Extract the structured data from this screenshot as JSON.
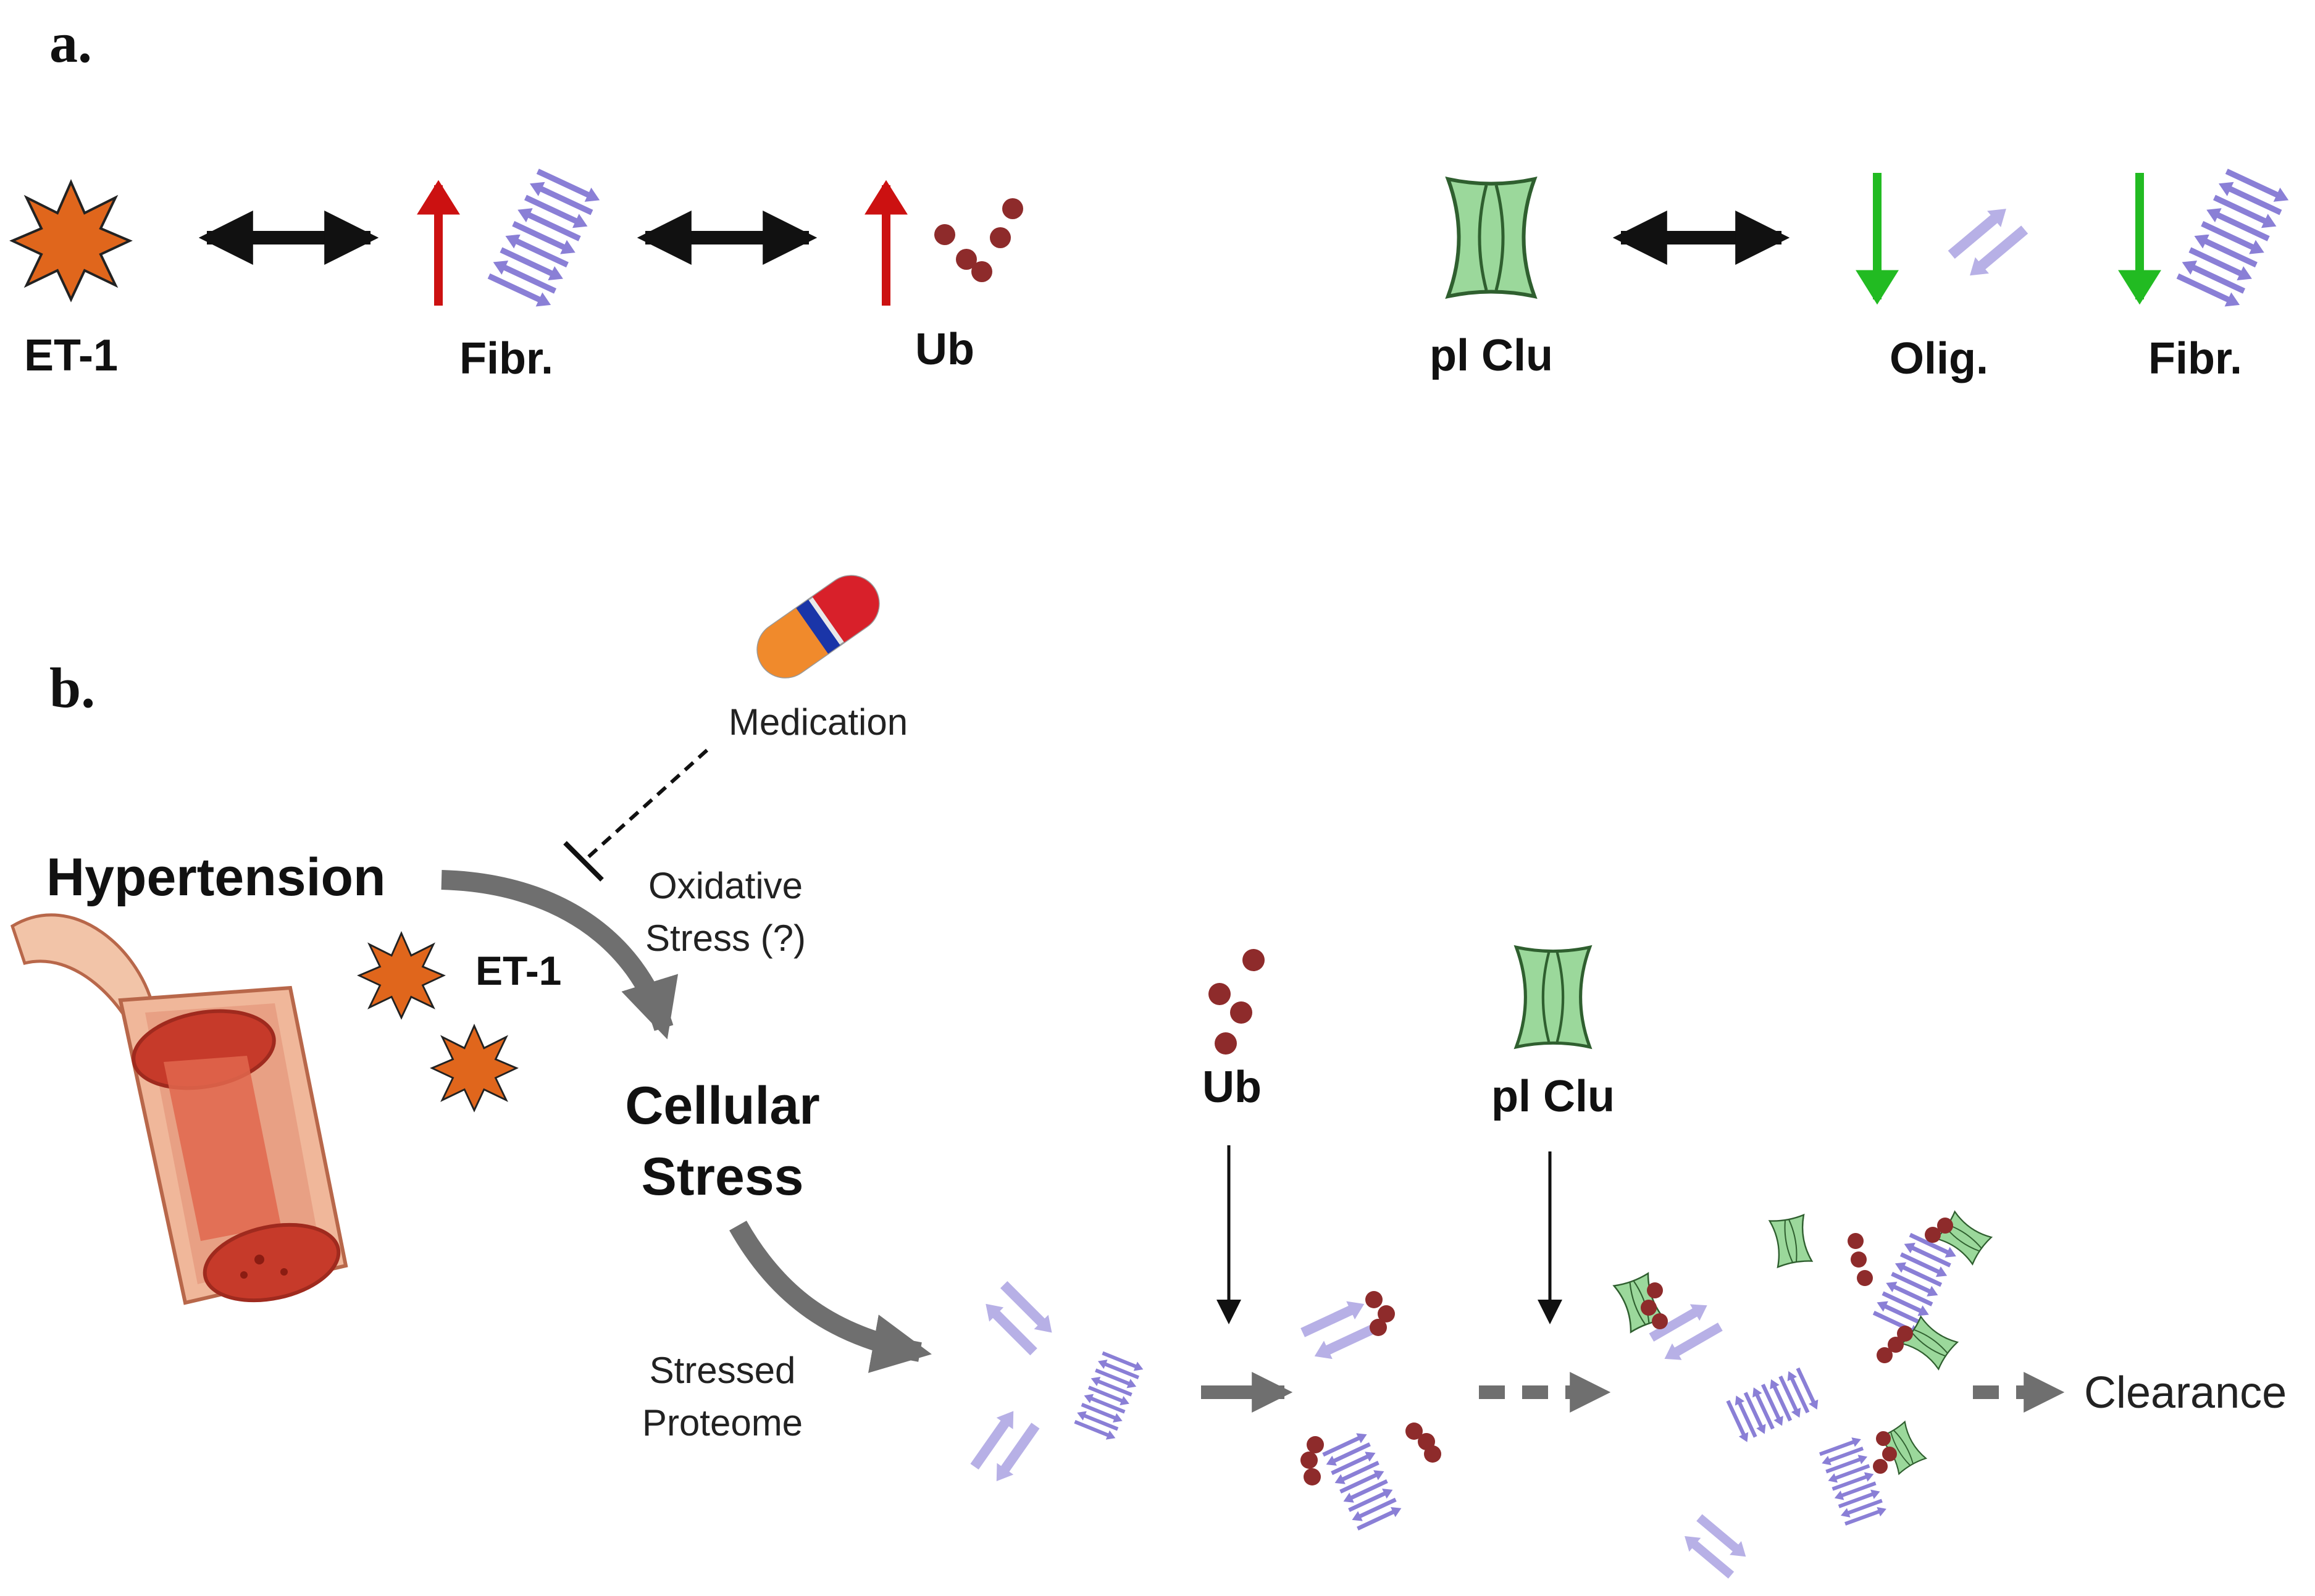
{
  "panel_a": {
    "label": "a.",
    "et1_label": "ET-1",
    "fibr_up_label": "Fibr.",
    "ub_label": "Ub",
    "plclu_label": "pl Clu",
    "olig_label": "Olig.",
    "fibr_down_label": "Fibr."
  },
  "panel_b": {
    "label": "b.",
    "medication_label": "Medication",
    "hypertension_label": "Hypertension",
    "et1_label": "ET-1",
    "oxidative_label_1": "Oxidative",
    "oxidative_label_2": "Stress (?)",
    "cellular_stress_1": "Cellular",
    "cellular_stress_2": "Stress",
    "stressed_proteome_1": "Stressed",
    "stressed_proteome_2": "Proteome",
    "ub_label": "Ub",
    "plclu_label": "pl Clu",
    "clearance_label": "Clearance"
  },
  "colors": {
    "up_arrow": "#cc1111",
    "down_arrow": "#22bb22",
    "star": "#e0661c",
    "ubiquitin": "#8e2b2b",
    "clusterin": "#9bd89b",
    "fibril": "#8a7fd6",
    "pathway_arrow": "#6f6f6f"
  },
  "icons": [
    "et1-star-icon",
    "fibril-icon",
    "oligomer-icon",
    "ubiquitin-icon",
    "clusterin-icon",
    "pill-icon",
    "blood-vessel-icon"
  ]
}
